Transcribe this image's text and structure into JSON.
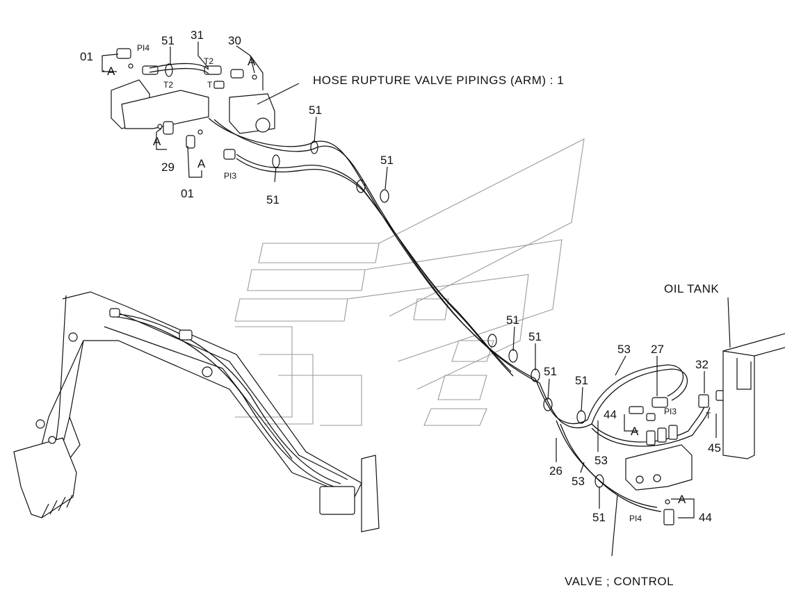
{
  "diagram": {
    "title_arm": "HOSE RUPTURE VALVE PIPINGS (ARM) : 1",
    "label_oil_tank": "OIL TANK",
    "label_valve": "VALVE ; CONTROL",
    "part_numbers": {
      "p01_top": "01",
      "p01_bottom": "01",
      "p51_a": "51",
      "p31": "31",
      "p30": "30",
      "p29": "29",
      "p51_b": "51",
      "p51_c": "51",
      "p51_d": "51",
      "p51_e": "51",
      "p51_f": "51",
      "p51_g": "51",
      "p51_h": "51",
      "p51_i": "51",
      "p53_a": "53",
      "p53_b": "53",
      "p53_c": "53",
      "p27": "27",
      "p32": "32",
      "p44_a": "44",
      "p44_b": "44",
      "p45": "45",
      "p26": "26"
    },
    "port_labels": {
      "pi4_top": "PI4",
      "t2_a": "T2",
      "t2_b": "T2",
      "t_top": "T",
      "pi3_top": "PI3",
      "pi3_right": "PI3",
      "t_right": "T",
      "pi4_bottom": "PI4"
    },
    "group_labels": {
      "a_1": "A",
      "a_2": "A",
      "a_3": "A",
      "a_4": "A",
      "a_5": "A",
      "a_6": "A"
    }
  }
}
